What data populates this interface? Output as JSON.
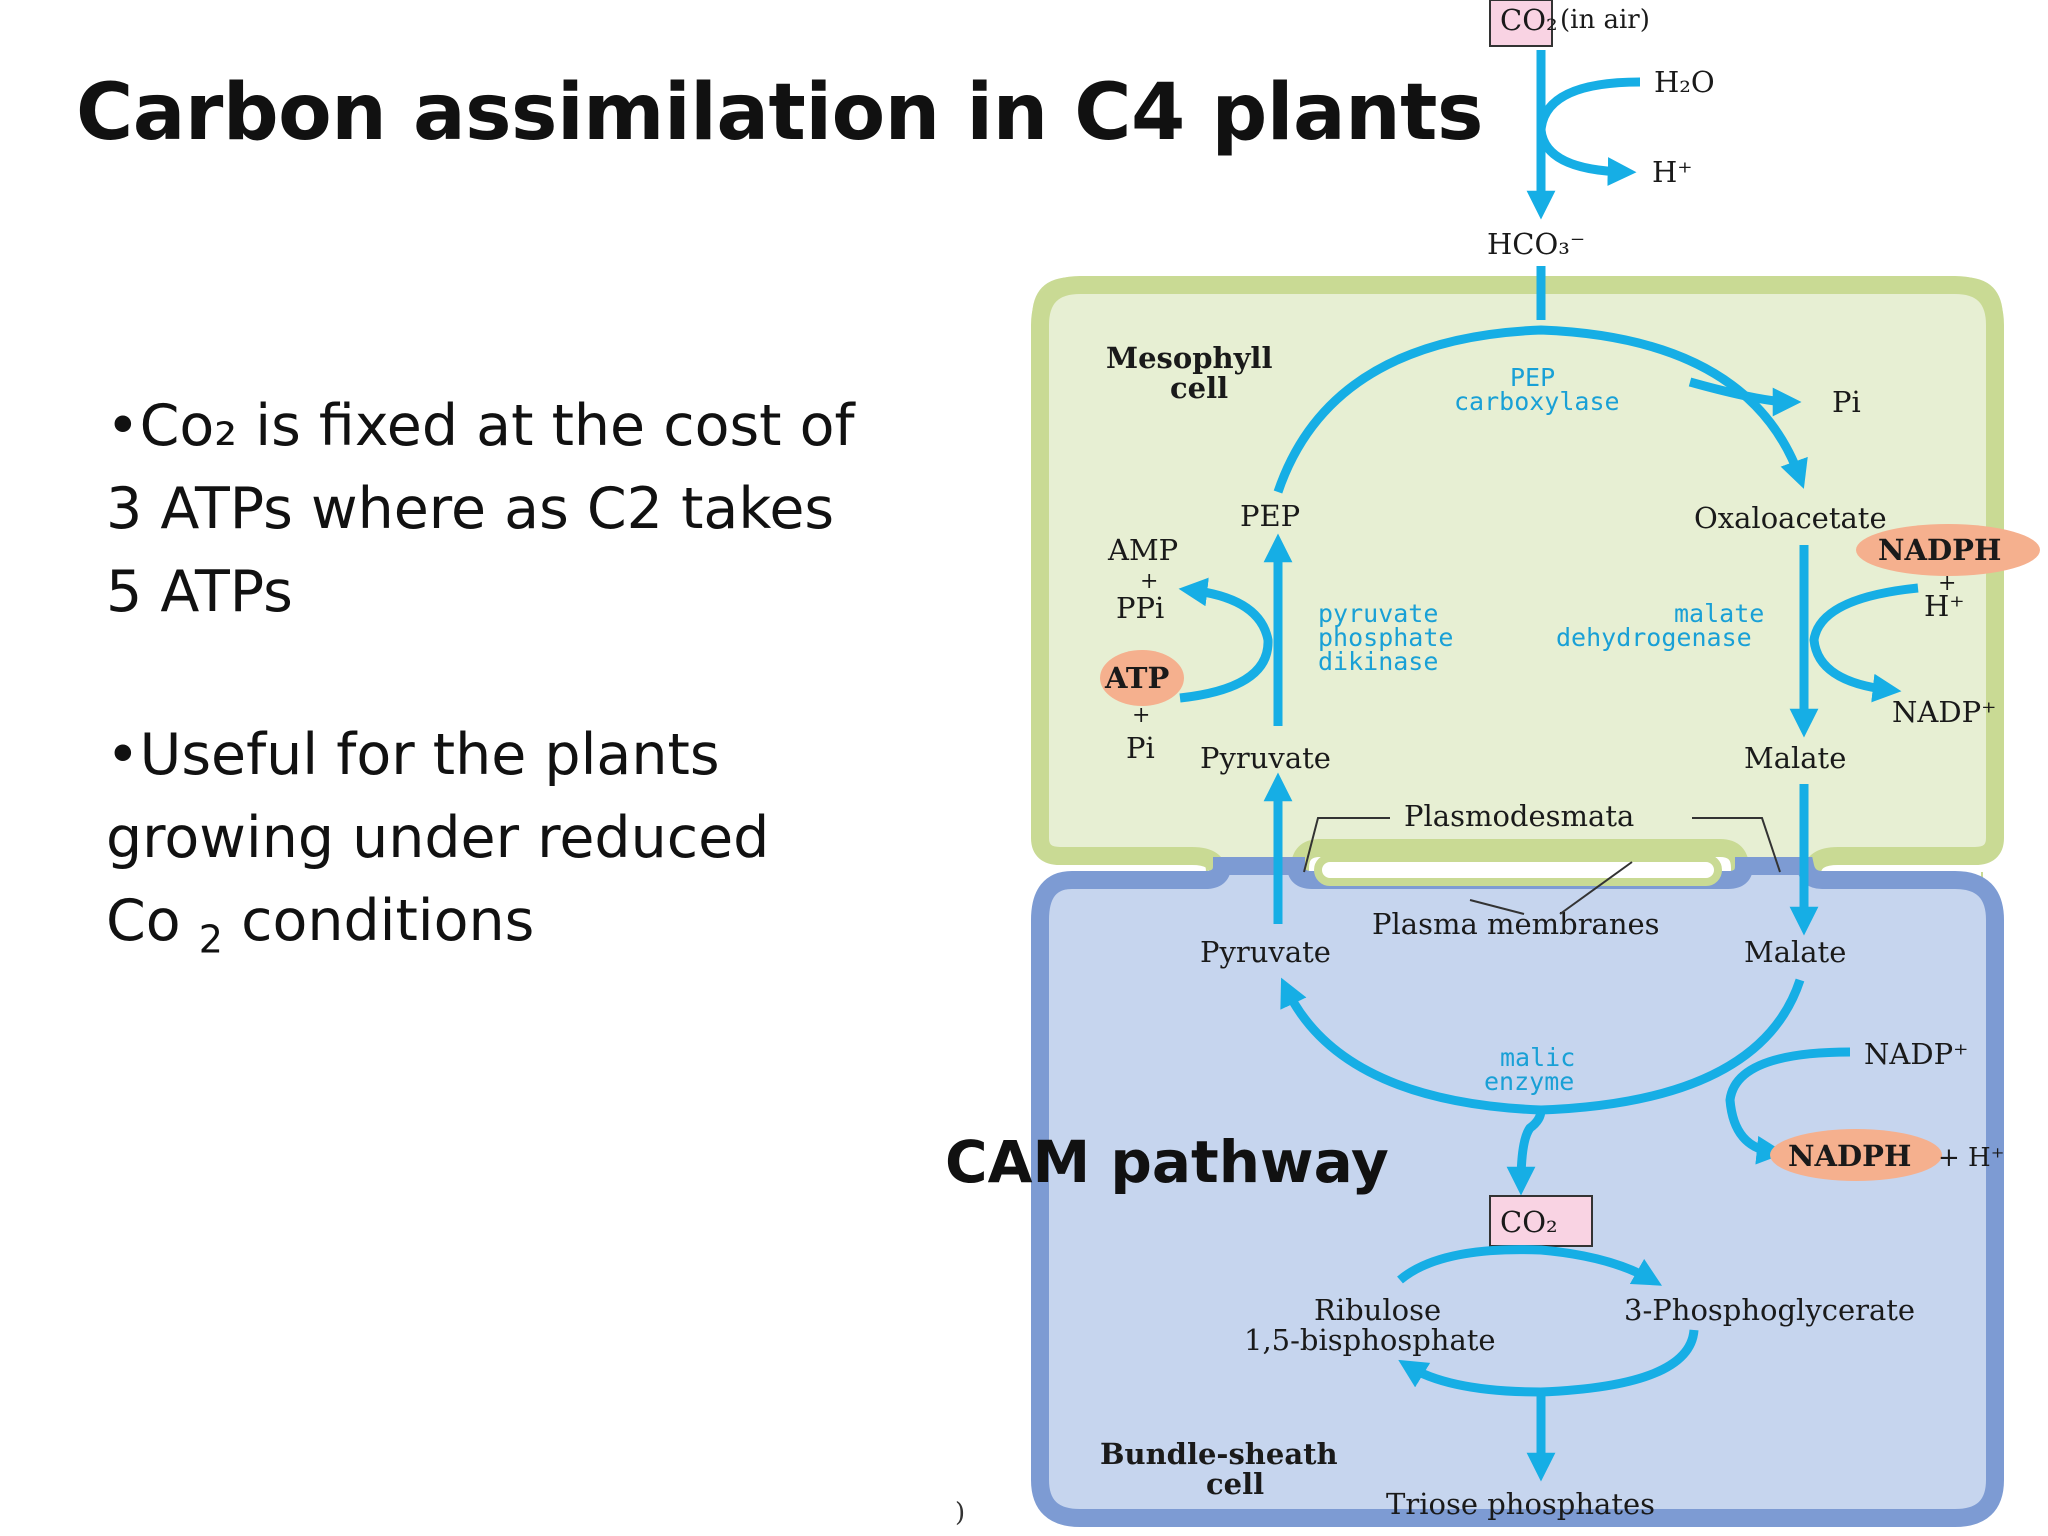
{
  "slide": {
    "title": "Carbon assimilation in C4 plants",
    "bullet1_line1": "•Co₂ is fixed at the cost of",
    "bullet1_line2": "3 ATPs where as C2 takes",
    "bullet1_line3": "5 ATPs",
    "bullet2_line1": "•Useful for  the plants",
    "bullet2_line2": "growing under reduced",
    "bullet2_line3a": "Co ",
    "bullet2_line3sub": "2",
    "bullet2_line3b": " conditions",
    "cam_label": "CAM pathway",
    "stray_mark": ")"
  },
  "diagram": {
    "co2_air_box": "CO₂",
    "co2_air_note": "(in air)",
    "h2o": "H₂O",
    "h_plus_top": "H⁺",
    "hco3": "HCO₃⁻",
    "mesophyll_line1": "Mesophyll",
    "mesophyll_line2": "cell",
    "pep_carboxylase_line1": "PEP",
    "pep_carboxylase_line2": "carboxylase",
    "pi_top": "Pi",
    "pep": "PEP",
    "oxaloacetate": "Oxaloacetate",
    "nadph_top": "NADPH",
    "plus_right": "+",
    "h_plus_right": "H⁺",
    "amp": "AMP",
    "plus1": "+",
    "ppi": "PPi",
    "atp": "ATP",
    "plus2": "+",
    "pi_left": "Pi",
    "ppdk_line1": "pyruvate",
    "ppdk_line2": "phosphate",
    "ppdk_line3": "dikinase",
    "mdh_line1": "malate",
    "mdh_line2": "dehydrogenase",
    "nadp_plus_top": "NADP⁺",
    "pyruvate_meso": "Pyruvate",
    "malate_meso": "Malate",
    "plasmodesmata": "Plasmodesmata",
    "plasma_membranes": "Plasma membranes",
    "pyruvate_bundle": "Pyruvate",
    "malate_bundle": "Malate",
    "malic_enzyme_line1": "malic",
    "malic_enzyme_line2": "enzyme",
    "nadp_plus_bottom": "NADP⁺",
    "nadph_bottom": "NADPH",
    "plus_h_bottom": "+ H⁺",
    "co2_inner_box": "CO₂",
    "rubp_line1": "Ribulose",
    "rubp_line2": "1,5-bisphosphate",
    "pga": "3-Phosphoglycerate",
    "bundle_line1": "Bundle-sheath",
    "bundle_line2": "cell",
    "triose": "Triose phosphates"
  },
  "colors": {
    "mesophyll_fill": "#e7efd3",
    "mesophyll_border": "#c9da94",
    "bundle_fill": "#c6d5ee",
    "bundle_border": "#7d9bd3",
    "arrow": "#16aee5",
    "highlight": "#f5b08e",
    "co2_box": "#f9d3e3"
  }
}
